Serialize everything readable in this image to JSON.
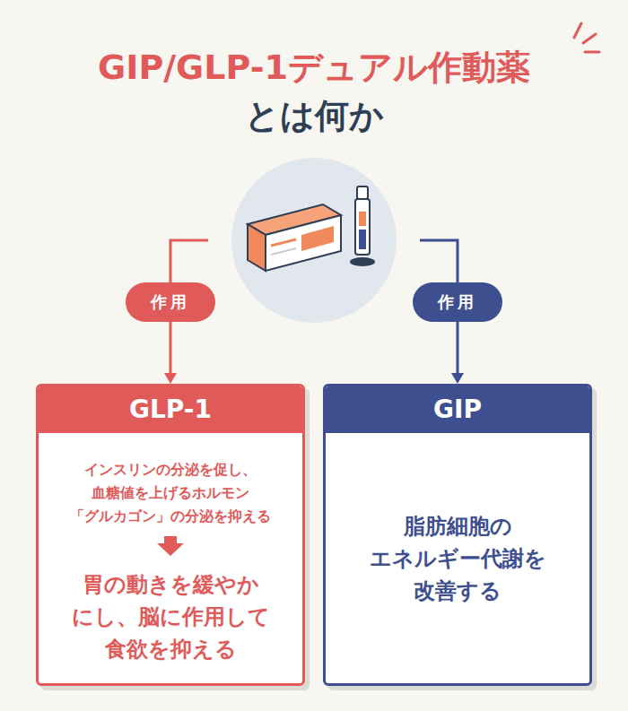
{
  "diagram": {
    "title": "GIP/GLP-1デュアル作動薬 とは何か",
    "nodes": [
      {
        "text": [
          "作用"
        ]
      },
      {
        "text": [
          "作用"
        ]
      },
      {
        "text": [
          "GLP-1",
          "インスリンの分泌を促し、 血糖値を上げるホルモン 「グルカゴン」の分泌を抑える",
          "胃の動きを緩やか にし、脳に作用して 食欲を抑える"
        ]
      },
      {
        "text": [
          "GIP",
          "脂肪細胞の エネルギー代謝を 改善する"
        ]
      }
    ],
    "edges": [
      {
        "from": 0,
        "to": 2,
        "arrow": "to"
      },
      {
        "from": 1,
        "to": 3,
        "arrow": "to"
      }
    ]
  }
}
